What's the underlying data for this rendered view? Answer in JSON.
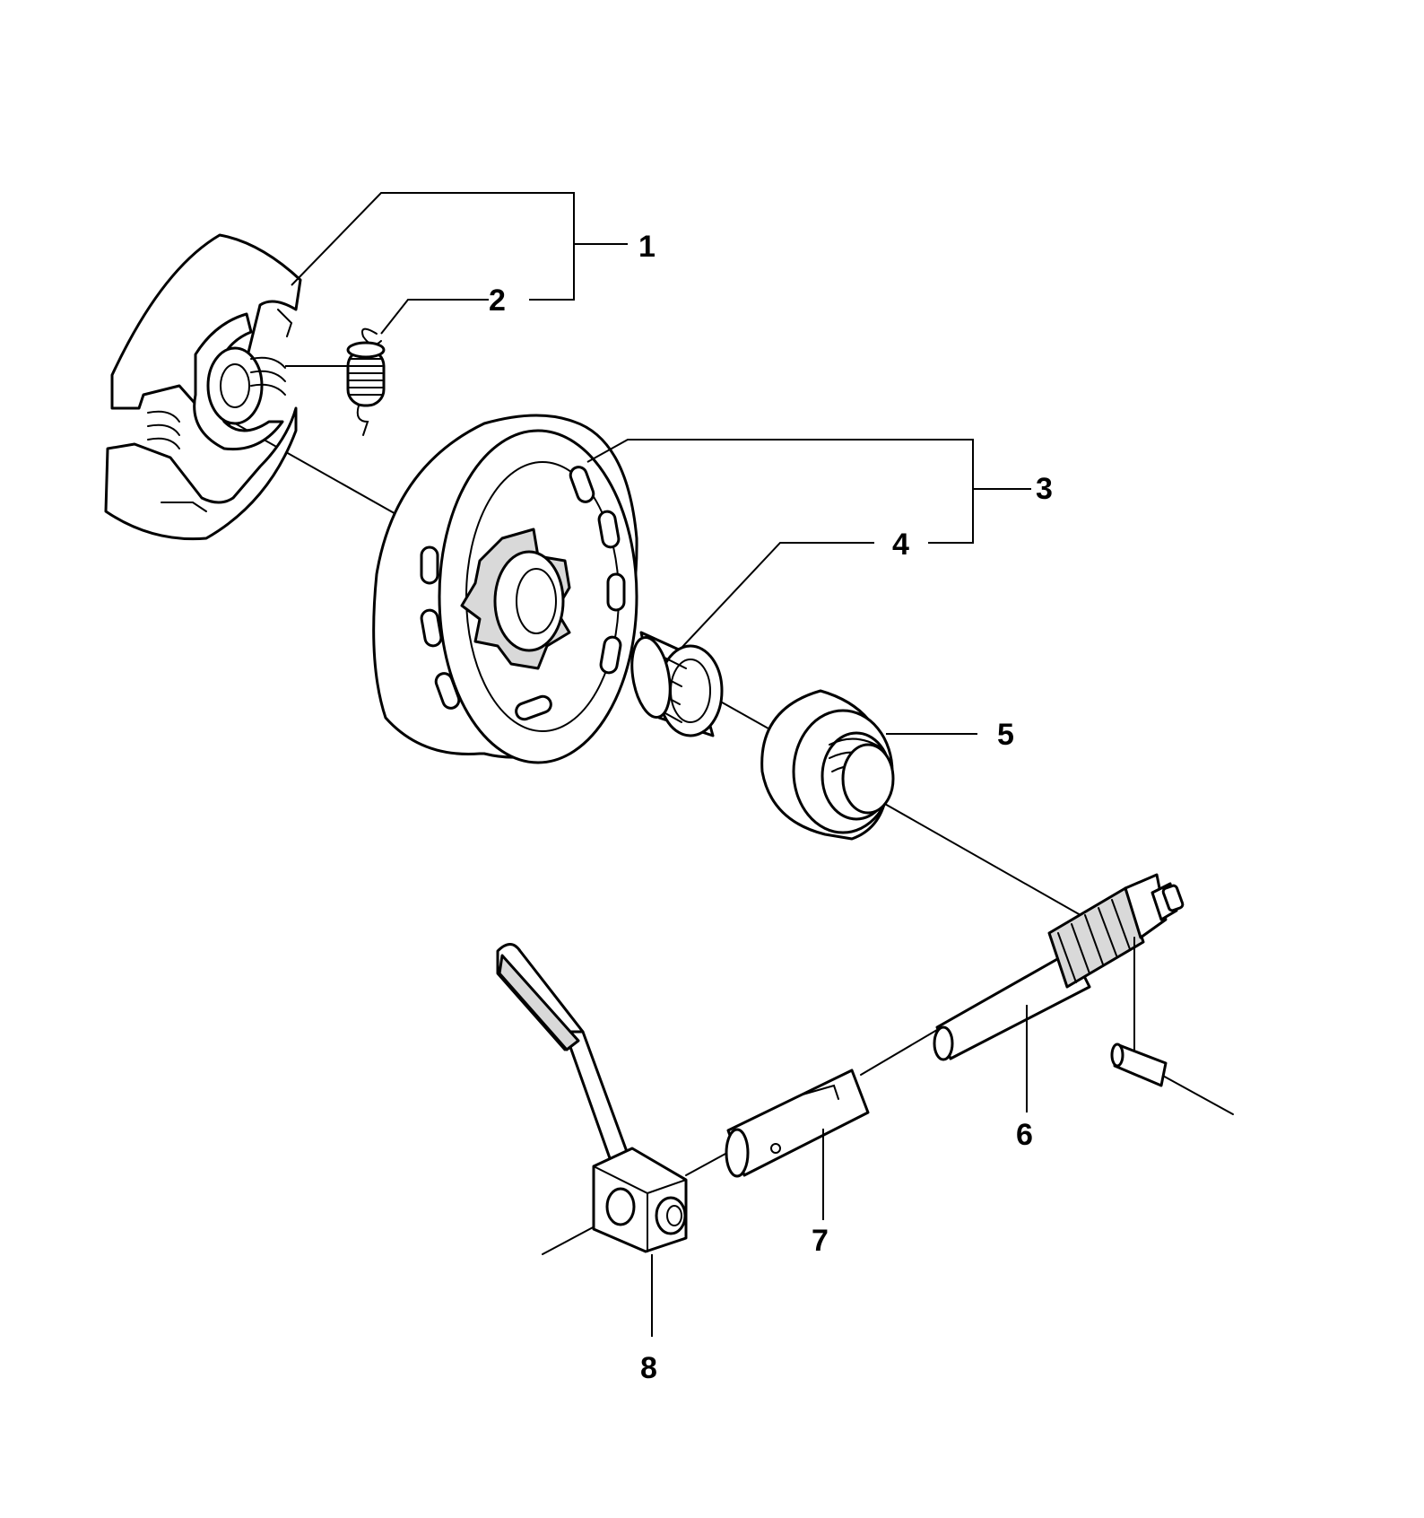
{
  "callouts": {
    "c1": "1",
    "c2": "2",
    "c3": "3",
    "c4": "4",
    "c5": "5",
    "c6": "6",
    "c7": "7",
    "c8": "8"
  },
  "colors": {
    "ink": "#000000",
    "background": "#ffffff",
    "shade": "#d9d9d9"
  }
}
